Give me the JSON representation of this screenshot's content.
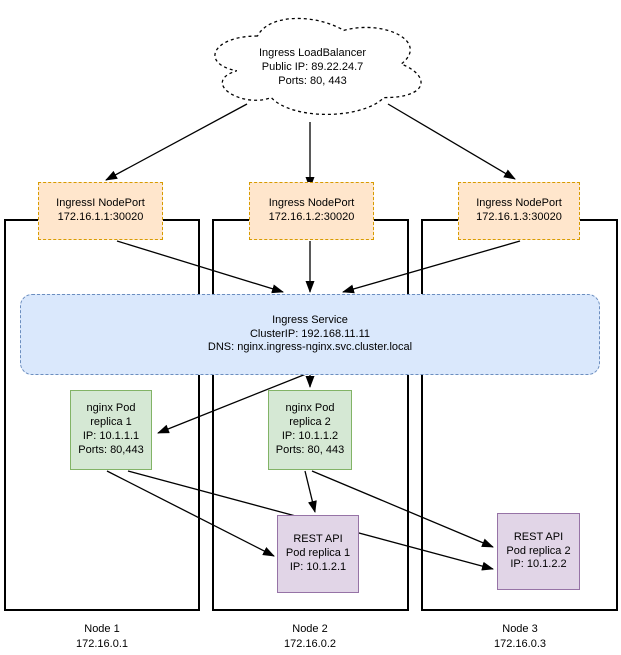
{
  "colors": {
    "orange-fill": "#FFE6CC",
    "orange-border": "#D79B00",
    "blue-fill": "#DAE8FC",
    "blue-border": "#6C8EBF",
    "green-fill": "#D5E8D4",
    "green-border": "#82B366",
    "purple-fill": "#E1D5E7",
    "purple-border": "#9673A6",
    "line": "#000000"
  },
  "cloud": {
    "text": "Ingress LoadBalancer\nPublic IP: 89.22.24.7\nPorts: 80, 443"
  },
  "nodeports": [
    {
      "text": "IngressI NodePort\n172.16.1.1:30020"
    },
    {
      "text": "Ingress NodePort\n172.16.1.2:30020"
    },
    {
      "text": "Ingress NodePort\n172.16.1.3:30020"
    }
  ],
  "service": {
    "text": "Ingress Service\nClusterIP: 192.168.11.11\nDNS: nginx.ingress-nginx.svc.cluster.local"
  },
  "pods": [
    {
      "text": "nginx Pod\nreplica 1\nIP: 10.1.1.1\nPorts: 80,443"
    },
    {
      "text": "nginx Pod\nreplica 2\nIP: 10.1.1.2\nPorts: 80, 443"
    }
  ],
  "rest_pods": [
    {
      "text": "REST API\nPod replica 1\nIP: 10.1.2.1"
    },
    {
      "text": "REST API\nPod replica 2\nIP: 10.1.2.2"
    }
  ],
  "nodes": [
    {
      "label": "Node 1\n172.16.0.1"
    },
    {
      "label": "Node 2\n172.16.0.2"
    },
    {
      "label": "Node 3\n172.16.0.3"
    }
  ]
}
